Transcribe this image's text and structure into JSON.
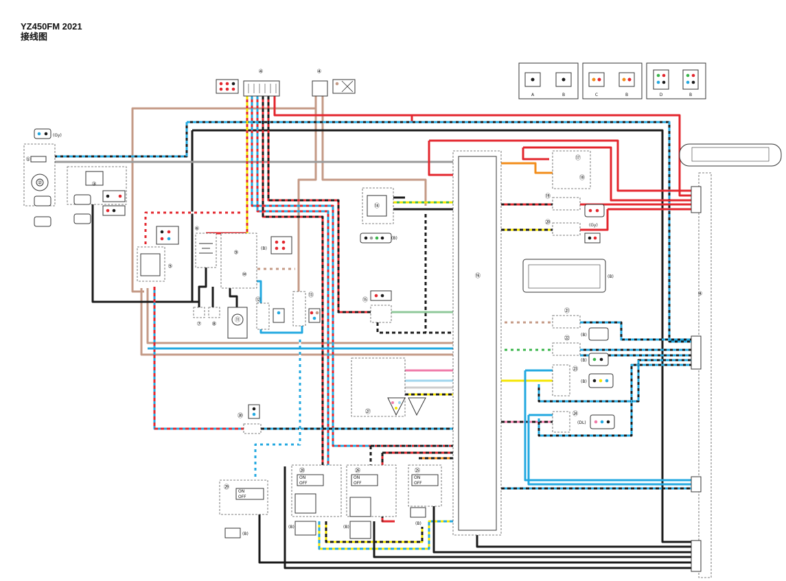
{
  "header": {
    "model": "YZ450FM 2021",
    "subtitle": "接线图"
  },
  "legend_connectors": [
    {
      "letters": [
        "A",
        "B"
      ]
    },
    {
      "letters": [
        "C",
        "B"
      ]
    },
    {
      "letters": [
        "D",
        "B"
      ]
    }
  ],
  "components": [
    {
      "n": "1",
      "glyph": "①"
    },
    {
      "n": "2",
      "glyph": "②"
    },
    {
      "n": "3",
      "glyph": "③"
    },
    {
      "n": "4",
      "glyph": "④"
    },
    {
      "n": "5",
      "glyph": "⑤"
    },
    {
      "n": "6",
      "glyph": "⑥"
    },
    {
      "n": "7",
      "glyph": "⑦"
    },
    {
      "n": "8",
      "glyph": "⑧"
    },
    {
      "n": "9",
      "glyph": "⑨"
    },
    {
      "n": "10",
      "glyph": "⑩"
    },
    {
      "n": "11",
      "glyph": "⑪"
    },
    {
      "n": "12",
      "glyph": "⑫"
    },
    {
      "n": "13",
      "glyph": "⑬"
    },
    {
      "n": "14",
      "glyph": "⑭"
    },
    {
      "n": "15",
      "glyph": "⑮"
    },
    {
      "n": "16",
      "glyph": "⑯"
    },
    {
      "n": "17",
      "glyph": "⑰"
    },
    {
      "n": "18",
      "glyph": "⑱"
    },
    {
      "n": "19",
      "glyph": "⑲"
    },
    {
      "n": "20",
      "glyph": "⑳"
    },
    {
      "n": "21",
      "glyph": "㉑"
    },
    {
      "n": "22",
      "glyph": "㉒"
    },
    {
      "n": "23",
      "glyph": "㉓"
    },
    {
      "n": "24",
      "glyph": "㉔"
    },
    {
      "n": "25",
      "glyph": "㉕"
    },
    {
      "n": "26",
      "glyph": "㉖"
    },
    {
      "n": "27",
      "glyph": "㉗"
    },
    {
      "n": "28",
      "glyph": "㉘"
    },
    {
      "n": "29",
      "glyph": "㉙"
    },
    {
      "n": "30",
      "glyph": "㉚"
    }
  ],
  "connector_color_labels": {
    "gray": "(Gy)",
    "black": "(B)",
    "dark_blue": "(DL)"
  },
  "switch_labels": {
    "on": "ON",
    "off": "OFF"
  },
  "wire_colors": {
    "black": "#1a1a1a",
    "red": "#e3262d",
    "brown": "#c49a86",
    "sky_blue": "#22a8e0",
    "gray": "#9a9a9a",
    "orange": "#f28c1a",
    "yellow": "#f5e600",
    "green": "#39b54a",
    "pink": "#f07aa8",
    "light_blue": "#9fd6ee",
    "white": "#ffffff"
  }
}
